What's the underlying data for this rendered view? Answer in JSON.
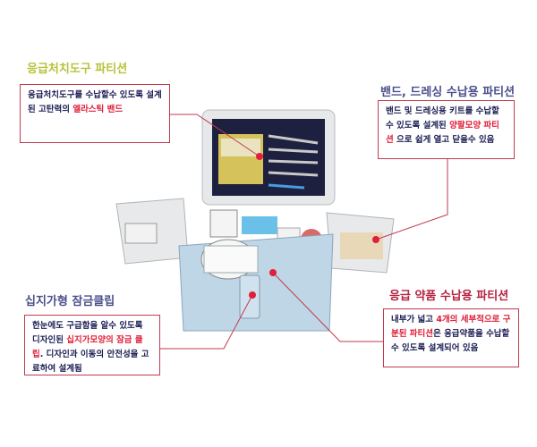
{
  "callouts": [
    {
      "title": "응급처치도구 파티션",
      "text_before": "응급처치도구를 수납할수 있도록 설계된 고탄력의 ",
      "highlight": "엘라스틱 밴드",
      "text_after": ""
    },
    {
      "title": "밴드, 드레싱 수납용 파티션",
      "text_before": "밴드 및 드레싱용 키트를 수납할 수 있도록 설계된 ",
      "highlight": "양팔모양 파티션",
      "text_after": " 으로 쉽게 열고 닫을수 있음"
    },
    {
      "title": "십지가형 잠금클립",
      "text_before": "한눈에도 구급함을 알수 있도록 디자인된 ",
      "highlight": "십지가모양의 잠금 클립",
      "text_after": ". 디자인과 이동의 안전성을 고료하여 설계됨"
    },
    {
      "title": "응급 약품 수납용 파티션",
      "text_before": "내부가 넓고 ",
      "highlight": "4개의 세부적으로 구분된 파티션",
      "text_after": "은 응급약품을 수납할 수 있도록 설계되어 있음"
    }
  ],
  "colors": {
    "accent": "#e0203a",
    "border": "#c23a4e",
    "text": "#1c1f55",
    "title1": "#b8c23a",
    "title2": "#4a4f8a",
    "title3": "#4a4f8a",
    "title4": "#b5223f"
  }
}
